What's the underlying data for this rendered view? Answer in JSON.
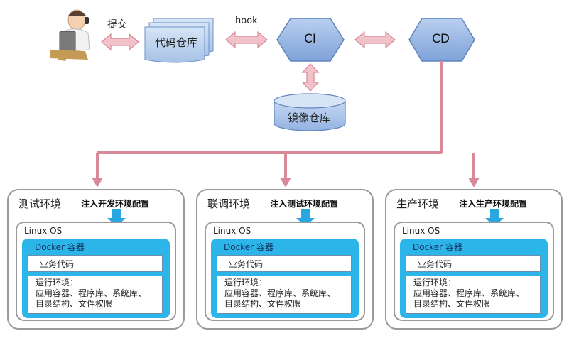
{
  "top": {
    "commit_label": "提交",
    "repo_label": "代码仓库",
    "hook_label": "hook",
    "ci_label": "CI",
    "cd_label": "CD",
    "image_repo_label": "镜像仓库"
  },
  "environments": [
    {
      "title": "测试环境",
      "inject": "注入开发环境配置",
      "os": "Linux OS",
      "docker": "Docker 容器",
      "code": "业务代码",
      "runtime_title": "运行环境：",
      "runtime_line1": "应用容器、程序库、系统库、",
      "runtime_line2": "目录结构、文件权限"
    },
    {
      "title": "联调环境",
      "inject": "注入测试环境配置",
      "os": "Linux OS",
      "docker": "Docker 容器",
      "code": "业务代码",
      "runtime_title": "运行环境：",
      "runtime_line1": "应用容器、程序库、系统库、",
      "runtime_line2": "目录结构、文件权限"
    },
    {
      "title": "生产环境",
      "inject": "注入生产环境配置",
      "os": "Linux OS",
      "docker": "Docker 容器",
      "code": "业务代码",
      "runtime_title": "运行环境：",
      "runtime_line1": "应用容器、程序库、系统库、",
      "runtime_line2": "目录结构、文件权限"
    }
  ],
  "colors": {
    "pink_arrow": "#e9aab5",
    "pink_line": "#d98a98",
    "hex_fill": "#8fb0e0",
    "docker_blue": "#2cb5e8",
    "inject_arrow": "#2aa7e0"
  },
  "icons": {
    "developer": "developer-with-laptop-icon"
  }
}
